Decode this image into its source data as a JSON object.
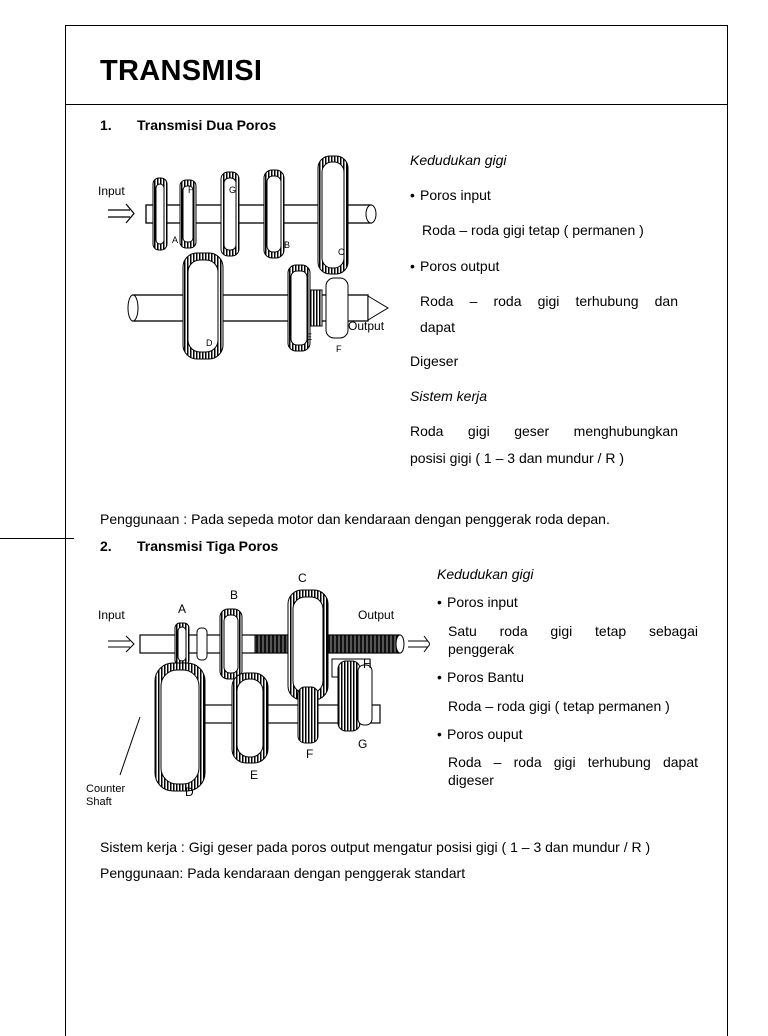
{
  "title": "TRANSMISI",
  "section1": {
    "number": "1.",
    "heading": "Transmisi Dua Poros",
    "diagram": {
      "input_label": "Input",
      "output_label": "Output",
      "gear_letters": [
        "A",
        "B",
        "C",
        "D",
        "E",
        "F",
        "G",
        "H"
      ]
    },
    "kedudukan_title": "Kedudukan gigi",
    "bullet_input": "Poros input",
    "input_desc": "Roda – roda gigi tetap ( permanen )",
    "bullet_output": "Poros output",
    "output_desc_line1": "Roda – roda gigi terhubung dan",
    "output_desc_line2": "dapat",
    "output_desc_line3": "Digeser",
    "sistem_title": "Sistem kerja",
    "sistem_line1": "Roda gigi geser menghubungkan",
    "sistem_line2": "posisi gigi ( 1 – 3 dan mundur / R )",
    "penggunaan": "Penggunaan : Pada sepeda motor dan kendaraan dengan penggerak roda depan."
  },
  "section2": {
    "number": "2.",
    "heading": "Transmisi Tiga Poros",
    "diagram": {
      "input_label": "Input",
      "output_label": "Output",
      "counter_shaft_line1": "Counter",
      "counter_shaft_line2": "Shaft",
      "gear_letters": [
        "A",
        "B",
        "C",
        "D",
        "E",
        "F",
        "G",
        "H"
      ]
    },
    "kedudukan_title": "Kedudukan gigi",
    "bullet_input": "Poros input",
    "input_desc_line1": "Satu roda gigi tetap sebagai",
    "input_desc_line2": "penggerak",
    "bullet_bantu": "Poros Bantu",
    "bantu_desc": "Roda – roda gigi ( tetap permanen )",
    "bullet_output": "Poros ouput",
    "output_desc_line1": "Roda – roda gigi terhubung dapat",
    "output_desc_line2": "digeser",
    "sistem_kerja": "Sistem kerja : Gigi geser pada poros output mengatur posisi gigi ( 1 – 3 dan mundur / R )",
    "penggunaan": "Penggunaan: Pada kendaraan dengan penggerak standart"
  }
}
